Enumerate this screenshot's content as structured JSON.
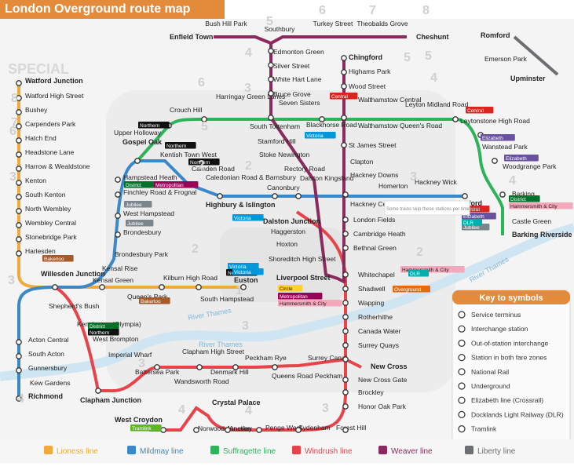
{
  "title": "London Overground route map",
  "special_label": "SPECIAL",
  "colors": {
    "lioness": "#f1a93b",
    "mildmay": "#3b88c8",
    "suffragette": "#2fb35a",
    "windrush": "#e8434b",
    "weaver": "#8a2a5d",
    "liberty": "#6d6e71",
    "zone_bg": "#eeeeee",
    "title_bg": "#e48a3b",
    "thames": "#cfe6f2"
  },
  "stations": [
    {
      "id": "watford-junction",
      "name": "Watford Junction",
      "bold": true
    },
    {
      "id": "watford-high-street",
      "name": "Watford High Street"
    },
    {
      "id": "bushey",
      "name": "Bushey"
    },
    {
      "id": "carpenders-park",
      "name": "Carpenders Park"
    },
    {
      "id": "hatch-end",
      "name": "Hatch End"
    },
    {
      "id": "headstone-lane",
      "name": "Headstone Lane"
    },
    {
      "id": "harrow-wealdstone",
      "name": "Harrow & Wealdstone"
    },
    {
      "id": "kenton",
      "name": "Kenton"
    },
    {
      "id": "south-kenton",
      "name": "South Kenton"
    },
    {
      "id": "north-wembley",
      "name": "North Wembley"
    },
    {
      "id": "wembley-central",
      "name": "Wembley Central"
    },
    {
      "id": "stonebridge-park",
      "name": "Stonebridge Park"
    },
    {
      "id": "harlesden",
      "name": "Harlesden"
    },
    {
      "id": "willesden-junction",
      "name": "Willesden Junction",
      "bold": true
    },
    {
      "id": "kensal-green",
      "name": "Kensal Green"
    },
    {
      "id": "queens-park",
      "name": "Queen's Park"
    },
    {
      "id": "kilburn-high-road",
      "name": "Kilburn High Road"
    },
    {
      "id": "south-hampstead",
      "name": "South Hampstead"
    },
    {
      "id": "euston",
      "name": "Euston",
      "bold": true
    },
    {
      "id": "enfield-town",
      "name": "Enfield Town",
      "bold": true
    },
    {
      "id": "bush-hill-park",
      "name": "Bush Hill Park"
    },
    {
      "id": "southbury",
      "name": "Southbury"
    },
    {
      "id": "turkey-street",
      "name": "Turkey Street"
    },
    {
      "id": "theobalds-grove",
      "name": "Theobalds Grove"
    },
    {
      "id": "cheshunt",
      "name": "Cheshunt",
      "bold": true
    },
    {
      "id": "edmonton-green",
      "name": "Edmonton Green"
    },
    {
      "id": "silver-street",
      "name": "Silver Street"
    },
    {
      "id": "white-hart-lane",
      "name": "White Hart Lane"
    },
    {
      "id": "bruce-grove",
      "name": "Bruce Grove"
    },
    {
      "id": "seven-sisters",
      "name": "Seven Sisters"
    },
    {
      "id": "south-tottenham",
      "name": "South Tottenham"
    },
    {
      "id": "stamford-hill",
      "name": "Stamford Hill"
    },
    {
      "id": "stoke-newington",
      "name": "Stoke Newington"
    },
    {
      "id": "rectory-road",
      "name": "Rectory Road"
    },
    {
      "id": "hackney-downs",
      "name": "Hackney Downs"
    },
    {
      "id": "london-fields",
      "name": "London Fields"
    },
    {
      "id": "cambridge-heath",
      "name": "Cambridge Heath"
    },
    {
      "id": "bethnal-green",
      "name": "Bethnal Green"
    },
    {
      "id": "liverpool-street",
      "name": "Liverpool Street",
      "bold": true
    },
    {
      "id": "chingford",
      "name": "Chingford",
      "bold": true
    },
    {
      "id": "highams-park",
      "name": "Highams Park"
    },
    {
      "id": "wood-street",
      "name": "Wood Street"
    },
    {
      "id": "walthamstow-central",
      "name": "Walthamstow Central"
    },
    {
      "id": "st-james-street",
      "name": "St James Street"
    },
    {
      "id": "clapton",
      "name": "Clapton"
    },
    {
      "id": "romford",
      "name": "Romford",
      "bold": true
    },
    {
      "id": "emerson-park",
      "name": "Emerson Park"
    },
    {
      "id": "upminster",
      "name": "Upminster",
      "bold": true
    },
    {
      "id": "crouch-hill",
      "name": "Crouch Hill"
    },
    {
      "id": "harringay-green-lanes",
      "name": "Harringay Green Lanes"
    },
    {
      "id": "upper-holloway",
      "name": "Upper Holloway"
    },
    {
      "id": "gospel-oak",
      "name": "Gospel Oak",
      "bold": true
    },
    {
      "id": "blackhorse-road",
      "name": "Blackhorse Road"
    },
    {
      "id": "walthamstow-queens-road",
      "name": "Walthamstow Queen's Road"
    },
    {
      "id": "leyton-midland-road",
      "name": "Leyton Midland Road"
    },
    {
      "id": "leytonstone-high-road",
      "name": "Leytonstone High Road"
    },
    {
      "id": "wanstead-park",
      "name": "Wanstead Park"
    },
    {
      "id": "woodgrange-park",
      "name": "Woodgrange Park"
    },
    {
      "id": "barking",
      "name": "Barking"
    },
    {
      "id": "barking-riverside",
      "name": "Barking Riverside",
      "bold": true
    },
    {
      "id": "castle-green",
      "name": "Castle Green"
    },
    {
      "id": "kentish-town-west",
      "name": "Kentish Town West"
    },
    {
      "id": "camden-road",
      "name": "Camden Road"
    },
    {
      "id": "caledonian-road-barnsbury",
      "name": "Caledonian Road & Barnsbury"
    },
    {
      "id": "highbury-islington",
      "name": "Highbury & Islington",
      "bold": true
    },
    {
      "id": "canonbury",
      "name": "Canonbury"
    },
    {
      "id": "dalston-kingsland",
      "name": "Dalston Kingsland"
    },
    {
      "id": "hackney-central",
      "name": "Hackney Central"
    },
    {
      "id": "homerton",
      "name": "Homerton"
    },
    {
      "id": "hackney-wick",
      "name": "Hackney Wick"
    },
    {
      "id": "stratford",
      "name": "Stratford",
      "bold": true
    },
    {
      "id": "hampstead-heath",
      "name": "Hampstead Heath"
    },
    {
      "id": "finchley-road-frognal",
      "name": "Finchley Road & Frognal"
    },
    {
      "id": "west-hampstead",
      "name": "West Hampstead"
    },
    {
      "id": "brondesbury",
      "name": "Brondesbury"
    },
    {
      "id": "brondesbury-park",
      "name": "Brondesbury Park"
    },
    {
      "id": "kensal-rise",
      "name": "Kensal Rise"
    },
    {
      "id": "dalston-junction",
      "name": "Dalston Junction",
      "bold": true
    },
    {
      "id": "haggerston",
      "name": "Haggerston"
    },
    {
      "id": "hoxton",
      "name": "Hoxton"
    },
    {
      "id": "shoreditch-high-street",
      "name": "Shoreditch High Street"
    },
    {
      "id": "whitechapel",
      "name": "Whitechapel"
    },
    {
      "id": "shadwell",
      "name": "Shadwell"
    },
    {
      "id": "wapping",
      "name": "Wapping"
    },
    {
      "id": "rotherhithe",
      "name": "Rotherhithe"
    },
    {
      "id": "canada-water",
      "name": "Canada Water"
    },
    {
      "id": "surrey-quays",
      "name": "Surrey Quays"
    },
    {
      "id": "new-cross",
      "name": "New Cross",
      "bold": true
    },
    {
      "id": "new-cross-gate",
      "name": "New Cross Gate"
    },
    {
      "id": "brockley",
      "name": "Brockley"
    },
    {
      "id": "honor-oak-park",
      "name": "Honor Oak Park"
    },
    {
      "id": "forest-hill",
      "name": "Forest Hill"
    },
    {
      "id": "sydenham",
      "name": "Sydenham"
    },
    {
      "id": "crystal-palace",
      "name": "Crystal Palace",
      "bold": true
    },
    {
      "id": "penge-west",
      "name": "Penge West"
    },
    {
      "id": "anerley",
      "name": "Anerley"
    },
    {
      "id": "norwood-junction",
      "name": "Norwood Junction"
    },
    {
      "id": "west-croydon",
      "name": "West Croydon",
      "bold": true
    },
    {
      "id": "shepherds-bush",
      "name": "Shepherd's Bush"
    },
    {
      "id": "kensington-olympia",
      "name": "Kensington (Olympia)"
    },
    {
      "id": "west-brompton",
      "name": "West Brompton"
    },
    {
      "id": "imperial-wharf",
      "name": "Imperial Wharf"
    },
    {
      "id": "clapham-junction",
      "name": "Clapham Junction",
      "bold": true
    },
    {
      "id": "acton-central",
      "name": "Acton Central"
    },
    {
      "id": "south-acton",
      "name": "South Acton"
    },
    {
      "id": "gunnersbury",
      "name": "Gunnersbury"
    },
    {
      "id": "kew-gardens",
      "name": "Kew Gardens"
    },
    {
      "id": "richmond",
      "name": "Richmond",
      "bold": true
    },
    {
      "id": "battersea-park",
      "name": "Battersea Park"
    },
    {
      "id": "wandsworth-road",
      "name": "Wandsworth Road"
    },
    {
      "id": "clapham-high-street",
      "name": "Clapham High Street"
    },
    {
      "id": "denmark-hill",
      "name": "Denmark Hill"
    },
    {
      "id": "peckham-rye",
      "name": "Peckham Rye"
    },
    {
      "id": "queens-road-peckham",
      "name": "Queens Road Peckham"
    },
    {
      "id": "surrey-canal",
      "name": "Surrey Canal"
    }
  ],
  "line_labels": [
    {
      "id": "lioness",
      "text": "Lioness line"
    },
    {
      "id": "mildmay",
      "text": "Mildmay line"
    },
    {
      "id": "suffragette",
      "text": "Suffragette line"
    },
    {
      "id": "windrush",
      "text": "Windrush line"
    },
    {
      "id": "weaver",
      "text": "Weaver line"
    },
    {
      "id": "liberty",
      "text": "Liberty line"
    }
  ],
  "river_labels": [
    "River Thames",
    "River Thames",
    "River Thames"
  ],
  "note": "Some trains skip these stations per timetable",
  "interchange_badges": [
    "Northern",
    "Northern",
    "Northern",
    "Victoria",
    "Victoria",
    "Victoria",
    "Central",
    "Central",
    "Central",
    "Elizabeth",
    "Elizabeth",
    "Elizabeth",
    "District",
    "District",
    "District",
    "Jubilee",
    "Jubilee",
    "Jubilee",
    "Metropolitan",
    "Metropolitan",
    "Bakerloo",
    "Bakerloo",
    "Circle",
    "Hammersmith & City",
    "Hammersmith & City",
    "Hammersmith & City",
    "Overground",
    "DLR",
    "DLR",
    "Tramlink",
    "Northern",
    "Northern",
    "Victoria"
  ],
  "key": {
    "title": "Key to symbols",
    "items": [
      "Service terminus",
      "Interchange station",
      "Out-of-station interchange",
      "Station in both fare zones",
      "National Rail",
      "Underground",
      "Elizabeth line (Crossrail)",
      "Docklands Light Railway (DLR)",
      "Tramlink"
    ]
  },
  "zones": [
    "1",
    "2",
    "2",
    "2",
    "2",
    "3",
    "3",
    "3",
    "3",
    "3",
    "3",
    "3",
    "4",
    "4",
    "4",
    "4",
    "4",
    "4",
    "5",
    "5",
    "5",
    "5",
    "6",
    "6",
    "6",
    "7",
    "7",
    "8",
    "8"
  ]
}
